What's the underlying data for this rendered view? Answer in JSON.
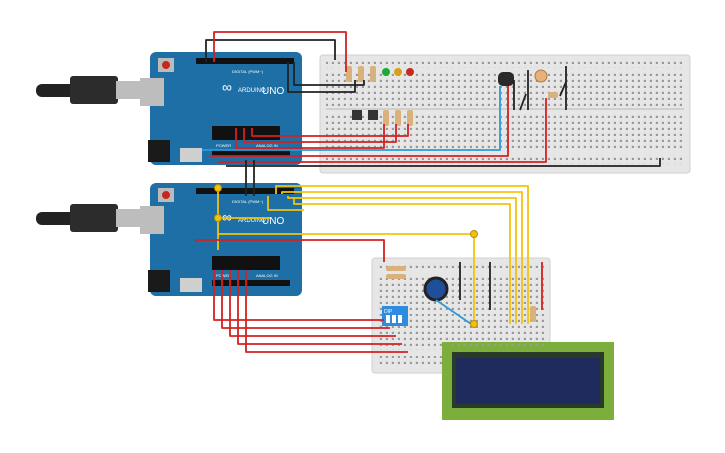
{
  "arduino_1": {
    "brand": "ARDUINO",
    "model": "UNO",
    "digital_label": "DIGITAL (PWM~)",
    "power_label": "POWER",
    "analog_label": "ANALOG IN",
    "logo": "∞"
  },
  "arduino_2": {
    "brand": "ARDUINO",
    "model": "UNO",
    "digital_label": "DIGITAL (PWM~)",
    "power_label": "POWER",
    "analog_label": "ANALOG IN",
    "logo": "∞"
  },
  "dip_switch": {
    "label": "DIP"
  },
  "colors": {
    "board_blue": "#1d6fa5",
    "breadboard": "#e6e6e6",
    "wire_red": "#d42121",
    "wire_black": "#222222",
    "wire_yellow": "#f2c20f",
    "wire_blue": "#2a9bd8",
    "lcd_green": "#7cae3c",
    "lcd_screen": "#1f2b5c"
  },
  "icons": [
    "usb-cable-icon",
    "reset-button-icon",
    "led-icon",
    "potentiometer-icon",
    "temperature-sensor-icon",
    "photoresistor-icon"
  ]
}
